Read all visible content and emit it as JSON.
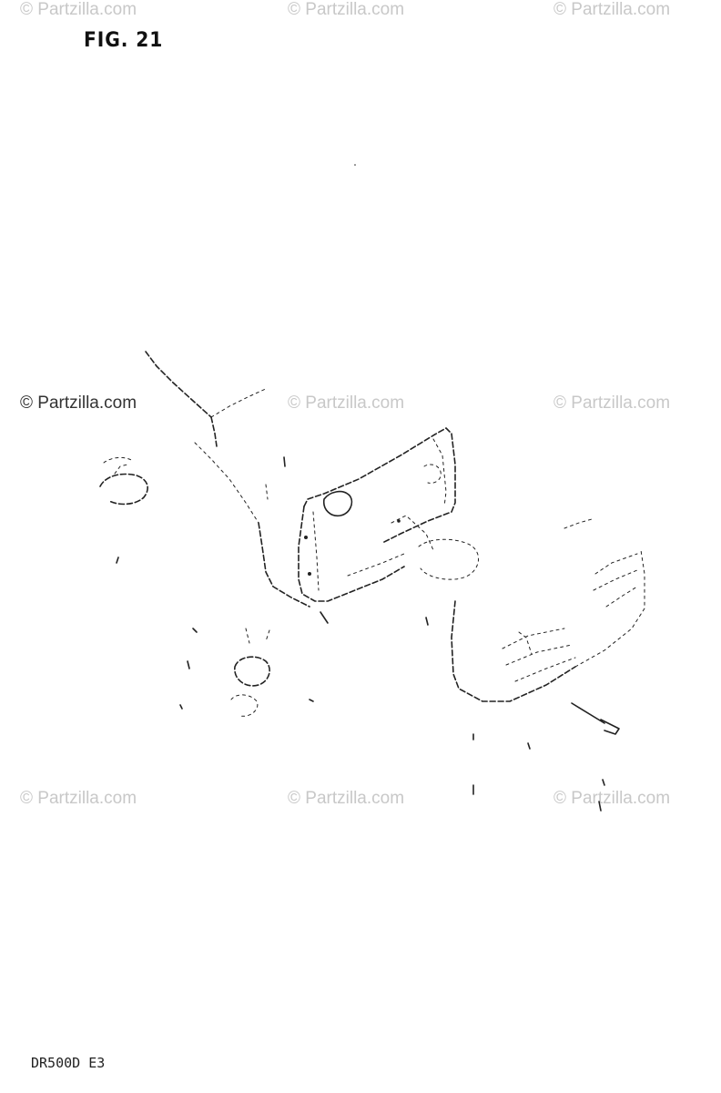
{
  "figure": {
    "title": "FIG. 21",
    "model_code": "DR500D E3"
  },
  "watermarks": [
    "© Partzilla.com",
    "© Partzilla.com",
    "© Partzilla.com",
    "© Partzilla.com",
    "© Partzilla.com",
    "© Partzilla.com",
    "© Partzilla.com",
    "© Partzilla.com",
    "© Partzilla.com"
  ],
  "colors": {
    "line": "#222222",
    "watermark": "#c8c8c8",
    "watermark_dark": "#333333",
    "background": "#ffffff"
  },
  "diagram": {
    "subject": "rear-combination-lamp-exploded-view",
    "icons": [
      "lamp-housing",
      "lens",
      "bulb",
      "bracket",
      "license-plate-lamp",
      "screw",
      "grommet"
    ]
  }
}
